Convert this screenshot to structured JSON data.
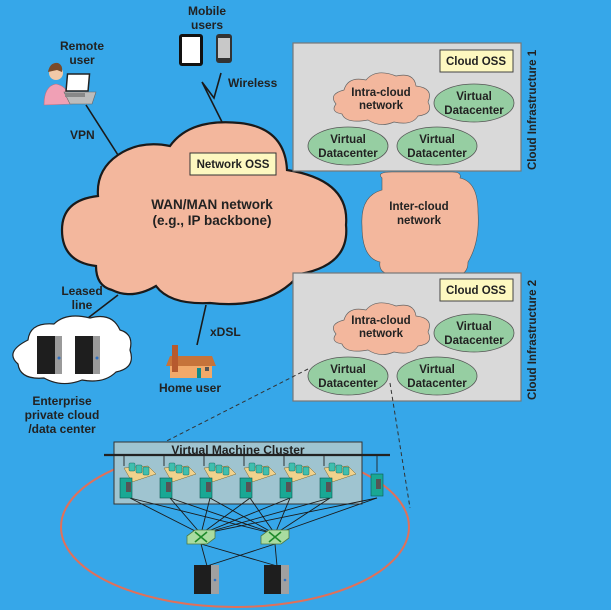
{
  "colors": {
    "background": "#36a7e9",
    "cloud_fill": "#f3b79d",
    "vdc_fill": "#96ceA2",
    "oss_fill": "#fdf8c0",
    "infra_box": "#d9d9d9",
    "cluster_box": "#9fc4d0",
    "ellipse_stroke": "#e0705a"
  },
  "endpoints": {
    "mobile": "Mobile\nusers",
    "mobile_line1": "Mobile",
    "mobile_line2": "users",
    "remote_line1": "Remote",
    "remote_line2": "user",
    "home": "Home user",
    "enterprise_line1": "Enterprise",
    "enterprise_line2": "private cloud",
    "enterprise_line3": "/data center"
  },
  "links": {
    "wireless": "Wireless",
    "vpn": "VPN",
    "leased_line1": "Leased",
    "leased_line2": "line",
    "xdsl": "xDSL"
  },
  "wan": {
    "line1": "WAN/MAN network",
    "line2": "(e.g., IP backbone)",
    "oss": "Network OSS"
  },
  "intercloud": {
    "line1": "Inter-cloud",
    "line2": "network"
  },
  "infra1": {
    "title": "Cloud Infrastructure 1",
    "oss": "Cloud OSS",
    "intra_line1": "Intra-cloud",
    "intra_line2": "network",
    "vdc_line1": "Virtual",
    "vdc_line2": "Datacenter"
  },
  "infra2": {
    "title": "Cloud Infrastructure 2",
    "oss": "Cloud OSS",
    "intra_line1": "Intra-cloud",
    "intra_line2": "network",
    "vdc_line1": "Virtual",
    "vdc_line2": "Datacenter"
  },
  "cluster": {
    "title": "Virtual Machine Cluster",
    "vm_hosts": 6,
    "extra_hosts": 1,
    "switches": 2,
    "storage_servers": 2
  }
}
